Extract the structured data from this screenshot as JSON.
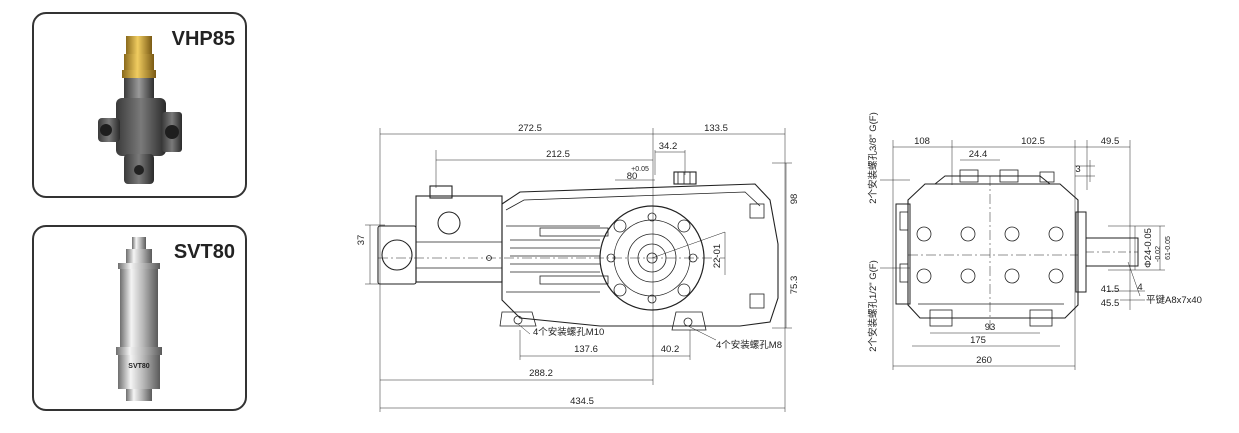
{
  "products": [
    {
      "name": "VHP85",
      "icon": "unloader-valve-icon"
    },
    {
      "name": "SVT80",
      "icon": "thermal-relief-valve-icon",
      "engraving": "SVT80"
    }
  ],
  "side_view": {
    "dims": {
      "d272_5": "272.5",
      "d133_5": "133.5",
      "d212_5": "212.5",
      "d34_2": "34.2",
      "d80": "80",
      "tol80": "+0.05",
      "d98": "98",
      "d37": "37",
      "d22": "22-01",
      "d75_3": "75.3",
      "d137_6": "137.6",
      "d40_2": "40.2",
      "d288_2": "288.2",
      "d434_5": "434.5"
    },
    "notes": {
      "m10": "4个安装螺孔M10",
      "m8": "4个安装螺孔M8"
    }
  },
  "front_view": {
    "dims": {
      "d108": "108",
      "d102_5": "102.5",
      "d49_5": "49.5",
      "d24_4": "24.4",
      "d3": "3",
      "d24": "Φ24-0.05",
      "d24b": "-0.02",
      "d61": "61-0.05",
      "d4": "4",
      "d41_5": "41.5",
      "d45_5": "45.5",
      "d93": "93",
      "d175": "175",
      "d260": "260"
    },
    "notes": {
      "outlet": "2个安装螺孔3/8\" G(F)",
      "inlet": "2个安装螺孔1/2\" G(F)",
      "key": "平键A8x7x40"
    }
  }
}
